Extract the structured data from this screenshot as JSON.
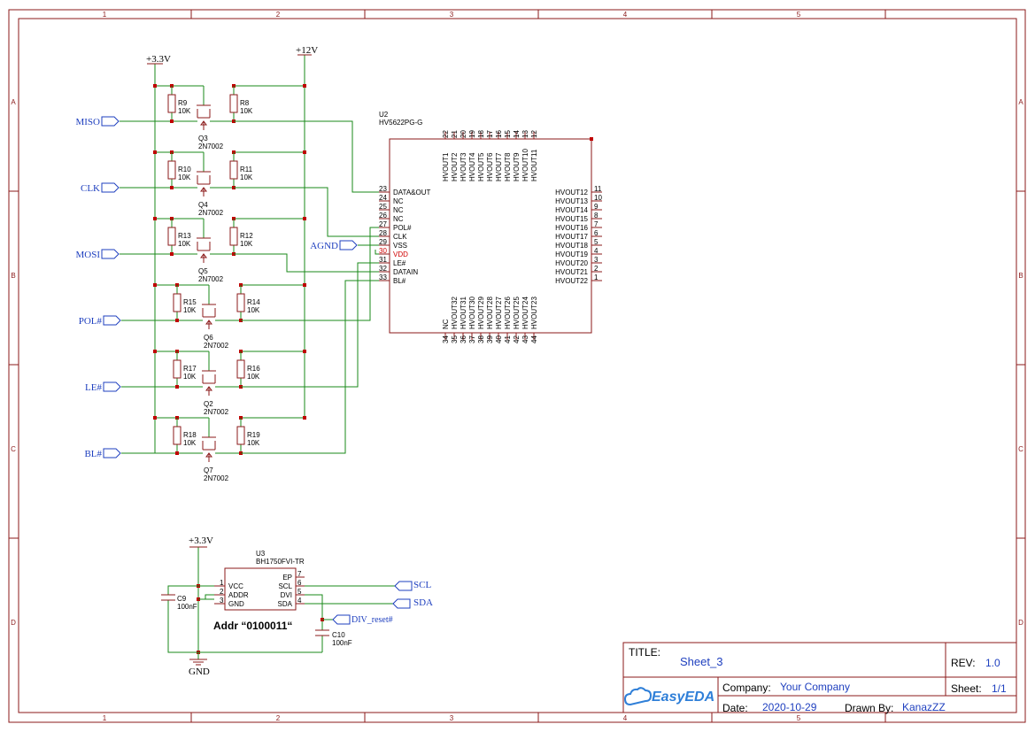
{
  "frame": {
    "columns": [
      "1",
      "2",
      "3",
      "4",
      "5"
    ],
    "rows": [
      "A",
      "B",
      "C",
      "D"
    ],
    "colors": {
      "border": "#8b1a1a",
      "wire": "#1a8a1a",
      "part": "#8b1a1a",
      "label": "#1e3fbf",
      "junction": "#c00000"
    }
  },
  "title_block": {
    "title_label": "TITLE:",
    "title_value": "Sheet_3",
    "rev_label": "REV:",
    "rev_value": "1.0",
    "company_label": "Company:",
    "company_value": "Your Company",
    "sheet_label": "Sheet:",
    "sheet_value": "1/1",
    "date_label": "Date:",
    "date_value": "2020-10-29",
    "drawn_label": "Drawn By:",
    "drawn_value": "KanazZZ",
    "logo": "EasyEDA"
  },
  "power": {
    "v33": "+3.3V",
    "v12": "+12V",
    "gnd": "GND"
  },
  "net_ports": {
    "left": [
      "MISO",
      "CLK",
      "MOSI",
      "POL#",
      "LE#",
      "BL#"
    ],
    "agnd": "AGND",
    "scl": "SCL",
    "sda": "SDA",
    "div_reset": "DIV_reset#"
  },
  "level_shifters": [
    {
      "r_low": "R9",
      "r_low_val": "10K",
      "r_high": "R8",
      "r_high_val": "10K",
      "q": "Q3",
      "q_val": "2N7002"
    },
    {
      "r_low": "R10",
      "r_low_val": "10K",
      "r_high": "R11",
      "r_high_val": "10K",
      "q": "Q4",
      "q_val": "2N7002"
    },
    {
      "r_low": "R13",
      "r_low_val": "10K",
      "r_high": "R12",
      "r_high_val": "10K",
      "q": "Q5",
      "q_val": "2N7002"
    },
    {
      "r_low": "R15",
      "r_low_val": "10K",
      "r_high": "R14",
      "r_high_val": "10K",
      "q": "Q6",
      "q_val": "2N7002"
    },
    {
      "r_low": "R17",
      "r_low_val": "10K",
      "r_high": "R16",
      "r_high_val": "10K",
      "q": "Q2",
      "q_val": "2N7002"
    },
    {
      "r_low": "R18",
      "r_low_val": "10K",
      "r_high": "R19",
      "r_high_val": "10K",
      "q": "Q7",
      "q_val": "2N7002"
    }
  ],
  "u2": {
    "ref": "U2",
    "part": "HV5622PG-G",
    "left_pins": [
      {
        "num": "23",
        "name": "DATA&OUT"
      },
      {
        "num": "24",
        "name": "NC"
      },
      {
        "num": "25",
        "name": "NC"
      },
      {
        "num": "26",
        "name": "NC"
      },
      {
        "num": "27",
        "name": "POL#"
      },
      {
        "num": "28",
        "name": "CLK"
      },
      {
        "num": "29",
        "name": "VSS"
      },
      {
        "num": "30",
        "name": "VDD"
      },
      {
        "num": "31",
        "name": "LE#"
      },
      {
        "num": "32",
        "name": "DATAIN"
      },
      {
        "num": "33",
        "name": "BL#"
      }
    ],
    "right_pins": [
      {
        "num": "11",
        "name": "HVOUT12"
      },
      {
        "num": "10",
        "name": "HVOUT13"
      },
      {
        "num": "9",
        "name": "HVOUT14"
      },
      {
        "num": "8",
        "name": "HVOUT15"
      },
      {
        "num": "7",
        "name": "HVOUT16"
      },
      {
        "num": "6",
        "name": "HVOUT17"
      },
      {
        "num": "5",
        "name": "HVOUT18"
      },
      {
        "num": "4",
        "name": "HVOUT19"
      },
      {
        "num": "3",
        "name": "HVOUT20"
      },
      {
        "num": "2",
        "name": "HVOUT21"
      },
      {
        "num": "1",
        "name": "HVOUT22"
      }
    ],
    "top_pins": [
      {
        "num": "22",
        "name": "HVOUT1"
      },
      {
        "num": "21",
        "name": "HVOUT2"
      },
      {
        "num": "20",
        "name": "HVOUT3"
      },
      {
        "num": "19",
        "name": "HVOUT4"
      },
      {
        "num": "18",
        "name": "HVOUT5"
      },
      {
        "num": "17",
        "name": "HVOUT6"
      },
      {
        "num": "16",
        "name": "HVOUT7"
      },
      {
        "num": "15",
        "name": "HVOUT8"
      },
      {
        "num": "14",
        "name": "HVOUT9"
      },
      {
        "num": "13",
        "name": "HVOUT10"
      },
      {
        "num": "12",
        "name": "HVOUT11"
      }
    ],
    "bottom_pins": [
      {
        "num": "34",
        "name": "NC"
      },
      {
        "num": "35",
        "name": "HVOUT32"
      },
      {
        "num": "36",
        "name": "HVOUT31"
      },
      {
        "num": "37",
        "name": "HVOUT30"
      },
      {
        "num": "38",
        "name": "HVOUT29"
      },
      {
        "num": "39",
        "name": "HVOUT28"
      },
      {
        "num": "40",
        "name": "HVOUT27"
      },
      {
        "num": "41",
        "name": "HVOUT26"
      },
      {
        "num": "42",
        "name": "HVOUT25"
      },
      {
        "num": "43",
        "name": "HVOUT24"
      },
      {
        "num": "44",
        "name": "HVOUT23"
      }
    ]
  },
  "u3": {
    "ref": "U3",
    "part": "BH1750FVI-TR",
    "left_pins": [
      {
        "num": "1",
        "name": "VCC"
      },
      {
        "num": "2",
        "name": "ADDR"
      },
      {
        "num": "3",
        "name": "GND"
      }
    ],
    "right_pins": [
      {
        "num": "7",
        "name": "EP"
      },
      {
        "num": "6",
        "name": "SCL"
      },
      {
        "num": "5",
        "name": "DVI"
      },
      {
        "num": "4",
        "name": "SDA"
      }
    ],
    "note": "Addr “0100011“"
  },
  "caps": [
    {
      "ref": "C9",
      "val": "100nF"
    },
    {
      "ref": "C10",
      "val": "100nF"
    }
  ]
}
